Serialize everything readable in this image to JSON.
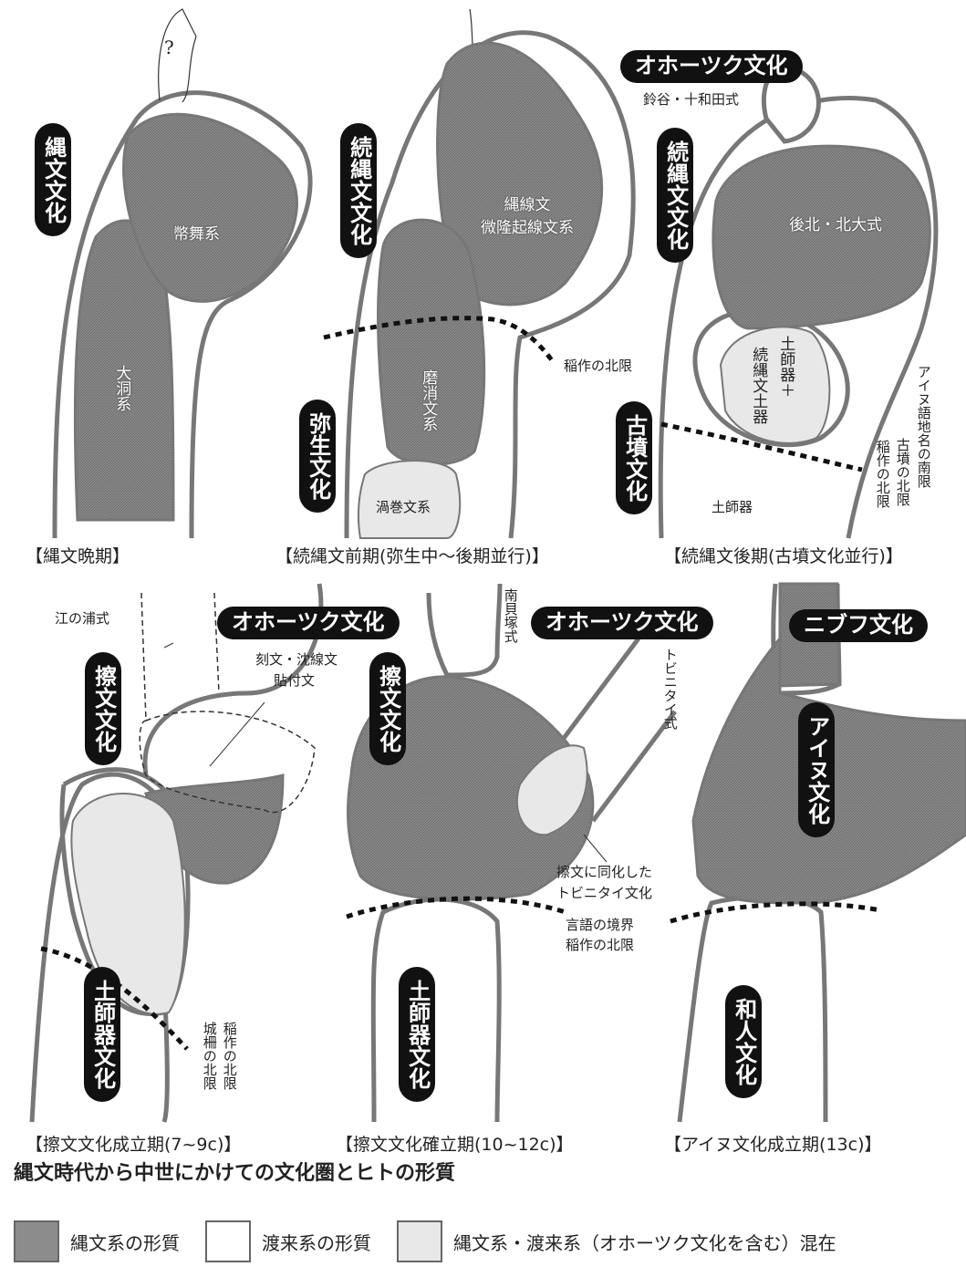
{
  "panels": [
    {
      "caption": "【縄文晩期】",
      "culture": "縄文文化",
      "labels": {
        "north": "?",
        "hokkaido": "幣舞系",
        "honshu": "大洞系"
      }
    },
    {
      "caption": "【続縄文前期(弥生中～後期並行)】",
      "culture": "続縄文文化",
      "culture2": "弥生文化",
      "labels": {
        "hokkaido": "縄線文\n微隆起線文系",
        "honshu": "磨消文系",
        "south": "渦巻文系",
        "line": "稲作の北限"
      }
    },
    {
      "caption": "【続縄文後期(古墳文化並行)】",
      "culture_top": "オホーツク文化",
      "culture": "続縄文文化",
      "culture2": "古墳文化",
      "labels": {
        "top": "鈴谷・十和田式",
        "hokkaido": "後北・北大式",
        "mix1": "土師器＋",
        "mix2": "続縄文土器",
        "south": "土師器",
        "line1": "アイヌ語地名の南限",
        "line2": "古墳の北限",
        "line3": "稲作の北限"
      }
    },
    {
      "caption": "【擦文文化成立期(7~9c)】",
      "culture_top": "オホーツク文化",
      "culture": "擦文文化",
      "culture2": "土師器文化",
      "labels": {
        "top": "江の浦式",
        "ok1": "刻文・沈線文",
        "ok2": "貼付文",
        "line1": "稲作の北限",
        "line2": "城柵の北限"
      }
    },
    {
      "caption": "【擦文文化確立期(10~12c)】",
      "culture_top": "オホーツク文化",
      "culture": "擦文文化",
      "culture2": "土師器文化",
      "labels": {
        "top": "南貝塚式",
        "east": "トビニタイ式",
        "mix1": "擦文に同化した",
        "mix2": "トビニタイ文化",
        "line1": "言語の境界",
        "line2": "稲作の北限"
      }
    },
    {
      "caption": "【アイヌ文化成立期(13c)】",
      "culture_top": "ニブフ文化",
      "culture": "アイヌ文化",
      "culture2": "和人文化"
    }
  ],
  "title": "縄文時代から中世にかけての文化圏とヒトの形質",
  "legend": [
    {
      "label": "縄文系の形質",
      "color": "#8c8c8c"
    },
    {
      "label": "渡来系の形質",
      "color": "#ffffff"
    },
    {
      "label": "縄文系・渡来系（オホーツク文化を含む）混在",
      "color": "#e8e8e8"
    }
  ]
}
